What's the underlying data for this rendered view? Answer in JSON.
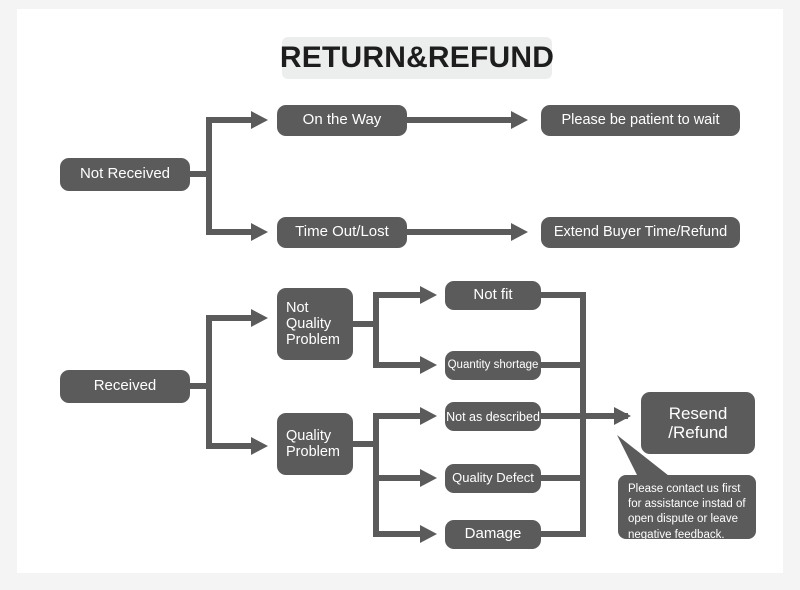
{
  "page": {
    "title": "RETURN&REFUND",
    "background_color": "#f4f4f5",
    "canvas_color": "#ffffff",
    "node_color": "#5b5b5b",
    "node_text_color": "#ffffff",
    "title_chip_color": "#eceded",
    "title_text_color": "#1d1d1d"
  },
  "flow": {
    "branch_not_received": {
      "root": "Not Received",
      "steps": [
        {
          "condition": "On the Way",
          "outcome": "Please be patient to wait"
        },
        {
          "condition": "Time Out/Lost",
          "outcome": "Extend Buyer Time/Refund"
        }
      ]
    },
    "branch_received": {
      "root": "Received",
      "categories": [
        {
          "label": "Not\nQuality\nProblem",
          "reasons": [
            "Not fit",
            "Quantity shortage"
          ]
        },
        {
          "label": "Quality\nProblem",
          "reasons": [
            "Not as described",
            "Quality Defect",
            "Damage"
          ]
        }
      ],
      "outcome": "Resend\n/Refund"
    }
  },
  "note": {
    "text": "Please contact us first for assistance instad of open dispute or leave negative feedback."
  }
}
